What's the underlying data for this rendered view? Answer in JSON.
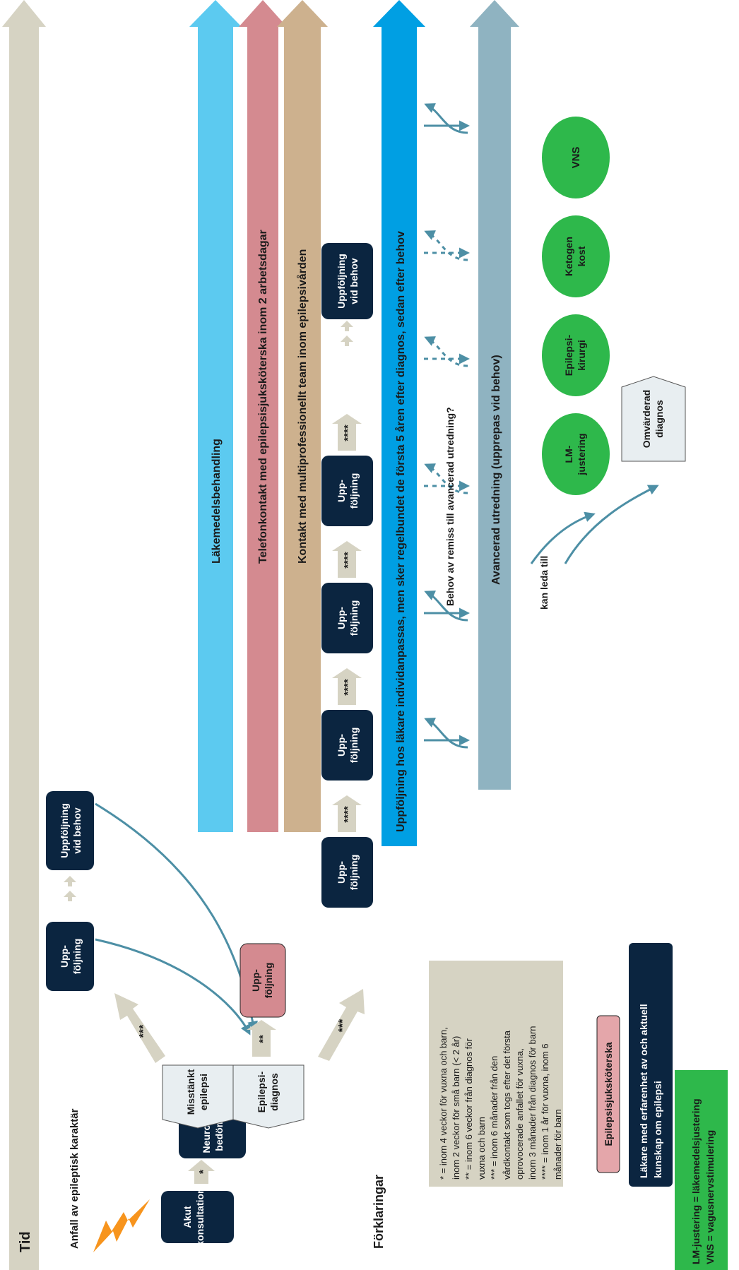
{
  "title": "Tid",
  "seizure_label": "Anfall av epileptisk karaktär",
  "start": {
    "akut": [
      "Akut",
      "konsultation"
    ],
    "neuro": [
      "Neurologisk",
      "bedömning"
    ],
    "misstankt": [
      "Misstänkt",
      "epilepsi"
    ],
    "diagnos": [
      "Epilepsi-",
      "diagnos"
    ]
  },
  "marks": {
    "one": "*",
    "two": "**",
    "three": "***",
    "four": "****"
  },
  "bands": {
    "lakemedel": "Läkemedelsbehandling",
    "telefon": "Telefonkontakt med epilepsisjuksköterska inom 2 arbetsdagar",
    "team": "Kontakt med multiprofessionellt team inom epilepsivården",
    "uppfoljning": "Uppföljning hos läkare individanpassas, men sker regelbundet de första 5 åren efter diagnos, sedan efter behov",
    "avancerad": "Avancerad utredning (upprepas vid behov)"
  },
  "followup": [
    "Upp-",
    "följning"
  ],
  "followup_need": [
    "Uppföljning",
    "vid behov"
  ],
  "remiss_question": "Behov av remiss till avancerad utredning?",
  "kan_leda": "kan leda till",
  "treatments": [
    [
      "LM-",
      "justering"
    ],
    [
      "Epilepsi-",
      "kirurgi"
    ],
    [
      "Ketogen",
      "kost"
    ],
    [
      "VNS"
    ]
  ],
  "omvarderad": [
    "Omvärderad",
    "diagnos"
  ],
  "legend": {
    "heading": "Förklaringar",
    "lines": [
      "* = inom 4 veckor för vuxna och barn,",
      "inom 2 veckor för små barn (< 2 år)",
      "** = inom 6 veckor från diagnos för",
      "vuxna och barn",
      "*** = inom 6 månader från den",
      "vårdkontakt som togs efter det första",
      "oprovocerade anfallet för vuxna,",
      "inom 3 månader från diagnos för barn",
      "**** = inom 1 år för vuxna, inom 6",
      "månader för barn"
    ],
    "nurse": "Epilepsisjuksköterska",
    "doctor": [
      "Läkare med erfarenhet av och aktuell",
      "kunskap om epilepsi"
    ],
    "abbr": [
      "LM-justering = läkemedelsjustering",
      "VNS = vagusnervstimulering"
    ]
  },
  "colors": {
    "navy": "#0b2540",
    "beige": "#d6d3c3",
    "lightblue": "#5ccaf0",
    "rose": "#d48a90",
    "tan": "#cdb18e",
    "blue": "#009fe3",
    "steel": "#8fb3c1",
    "green": "#2eb84b",
    "arrow": "#4d8fa5",
    "pale": "#e8eef1",
    "nurse": "#e4a6aa"
  }
}
